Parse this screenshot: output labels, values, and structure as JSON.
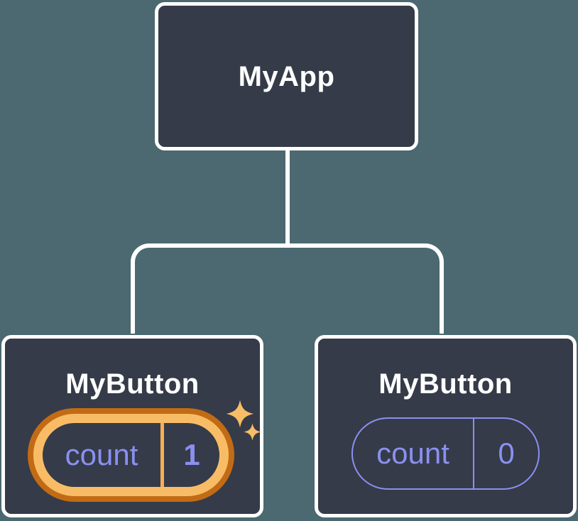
{
  "diagram": {
    "description": "Component tree: root component with two child button components holding isolated state",
    "colors": {
      "background": "#4C6870",
      "node_fill": "#353B48",
      "node_border": "#FFFFFF",
      "connector": "#FFFFFF",
      "state_text_purple": "#8A90F0",
      "highlight_orange_dark": "#C26B15",
      "highlight_orange_light": "#F9BC66",
      "highlight_divider": "#F5AE55",
      "sparkle": "#F8BD67"
    },
    "root": {
      "label": "MyApp"
    },
    "children": [
      {
        "label": "MyButton",
        "state": {
          "name": "count",
          "value": "1"
        },
        "highlighted": true
      },
      {
        "label": "MyButton",
        "state": {
          "name": "count",
          "value": "0"
        },
        "highlighted": false
      }
    ]
  }
}
